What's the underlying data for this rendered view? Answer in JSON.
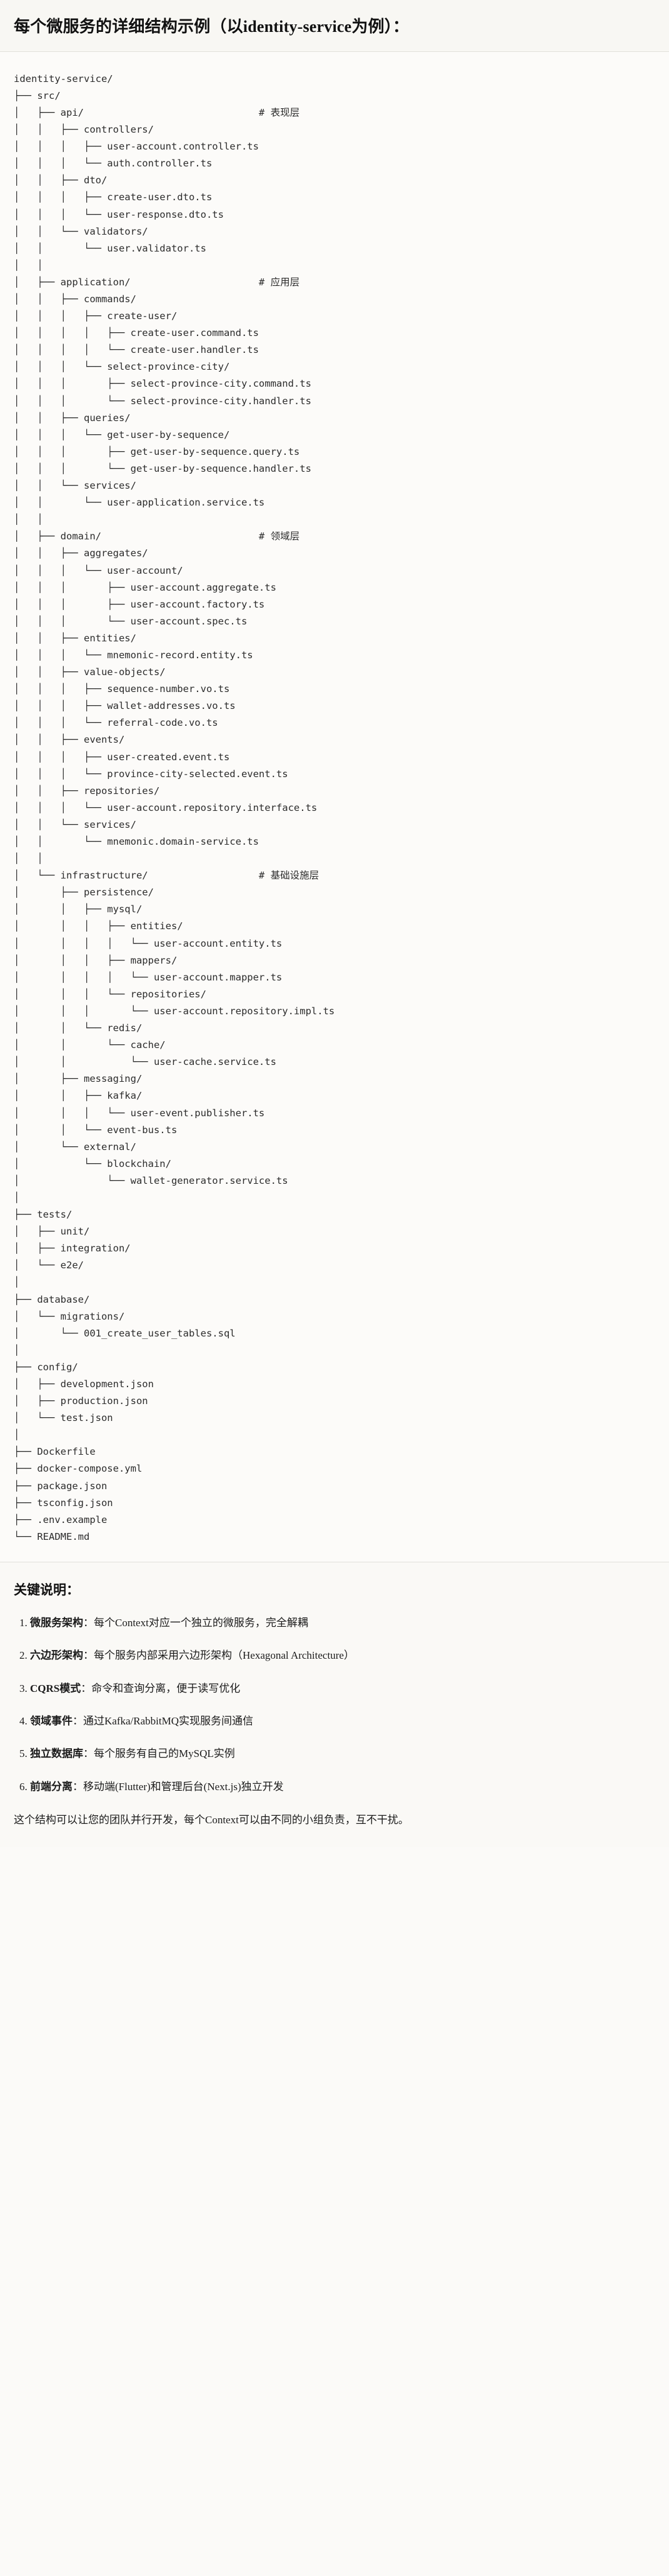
{
  "header": {
    "title": "每个微服务的详细结构示例（以identity-service为例）："
  },
  "tree": {
    "root": "identity-service/",
    "comments": {
      "api": "# 表现层",
      "application": "# 应用层",
      "domain": "# 领域层",
      "infrastructure": "# 基础设施层"
    },
    "text": "identity-service/\n├── src/\n│   ├── api/                              # 表现层\n│   │   ├── controllers/\n│   │   │   ├── user-account.controller.ts\n│   │   │   └── auth.controller.ts\n│   │   ├── dto/\n│   │   │   ├── create-user.dto.ts\n│   │   │   └── user-response.dto.ts\n│   │   └── validators/\n│   │       └── user.validator.ts\n│   │\n│   ├── application/                      # 应用层\n│   │   ├── commands/\n│   │   │   ├── create-user/\n│   │   │   │   ├── create-user.command.ts\n│   │   │   │   └── create-user.handler.ts\n│   │   │   └── select-province-city/\n│   │   │       ├── select-province-city.command.ts\n│   │   │       └── select-province-city.handler.ts\n│   │   ├── queries/\n│   │   │   └── get-user-by-sequence/\n│   │   │       ├── get-user-by-sequence.query.ts\n│   │   │       └── get-user-by-sequence.handler.ts\n│   │   └── services/\n│   │       └── user-application.service.ts\n│   │\n│   ├── domain/                           # 领域层\n│   │   ├── aggregates/\n│   │   │   └── user-account/\n│   │   │       ├── user-account.aggregate.ts\n│   │   │       ├── user-account.factory.ts\n│   │   │       └── user-account.spec.ts\n│   │   ├── entities/\n│   │   │   └── mnemonic-record.entity.ts\n│   │   ├── value-objects/\n│   │   │   ├── sequence-number.vo.ts\n│   │   │   ├── wallet-addresses.vo.ts\n│   │   │   └── referral-code.vo.ts\n│   │   ├── events/\n│   │   │   ├── user-created.event.ts\n│   │   │   └── province-city-selected.event.ts\n│   │   ├── repositories/\n│   │   │   └── user-account.repository.interface.ts\n│   │   └── services/\n│   │       └── mnemonic.domain-service.ts\n│   │\n│   └── infrastructure/                   # 基础设施层\n│       ├── persistence/\n│       │   ├── mysql/\n│       │   │   ├── entities/\n│       │   │   │   └── user-account.entity.ts\n│       │   │   ├── mappers/\n│       │   │   │   └── user-account.mapper.ts\n│       │   │   └── repositories/\n│       │   │       └── user-account.repository.impl.ts\n│       │   └── redis/\n│       │       └── cache/\n│       │           └── user-cache.service.ts\n│       ├── messaging/\n│       │   ├── kafka/\n│       │   │   └── user-event.publisher.ts\n│       │   └── event-bus.ts\n│       └── external/\n│           └── blockchain/\n│               └── wallet-generator.service.ts\n│\n├── tests/\n│   ├── unit/\n│   ├── integration/\n│   └── e2e/\n│\n├── database/\n│   └── migrations/\n│       └── 001_create_user_tables.sql\n│\n├── config/\n│   ├── development.json\n│   ├── production.json\n│   └── test.json\n│\n├── Dockerfile\n├── docker-compose.yml\n├── package.json\n├── tsconfig.json\n├── .env.example\n└── README.md"
  },
  "notes": {
    "heading": "关键说明：",
    "items": [
      {
        "key": "微服务架构",
        "sep": "：",
        "text": "每个Context对应一个独立的微服务，完全解耦"
      },
      {
        "key": "六边形架构",
        "sep": "：",
        "text": "每个服务内部采用六边形架构（Hexagonal Architecture）"
      },
      {
        "key": "CQRS模式",
        "sep": "：",
        "text": "命令和查询分离，便于读写优化"
      },
      {
        "key": "领域事件",
        "sep": "：",
        "text": "通过Kafka/RabbitMQ实现服务间通信"
      },
      {
        "key": "独立数据库",
        "sep": "：",
        "text": "每个服务有自己的MySQL实例"
      },
      {
        "key": "前端分离",
        "sep": "：",
        "text": "移动端(Flutter)和管理后台(Next.js)独立开发"
      }
    ],
    "closing": "这个结构可以让您的团队并行开发，每个Context可以由不同的小组负责，互不干扰。"
  }
}
